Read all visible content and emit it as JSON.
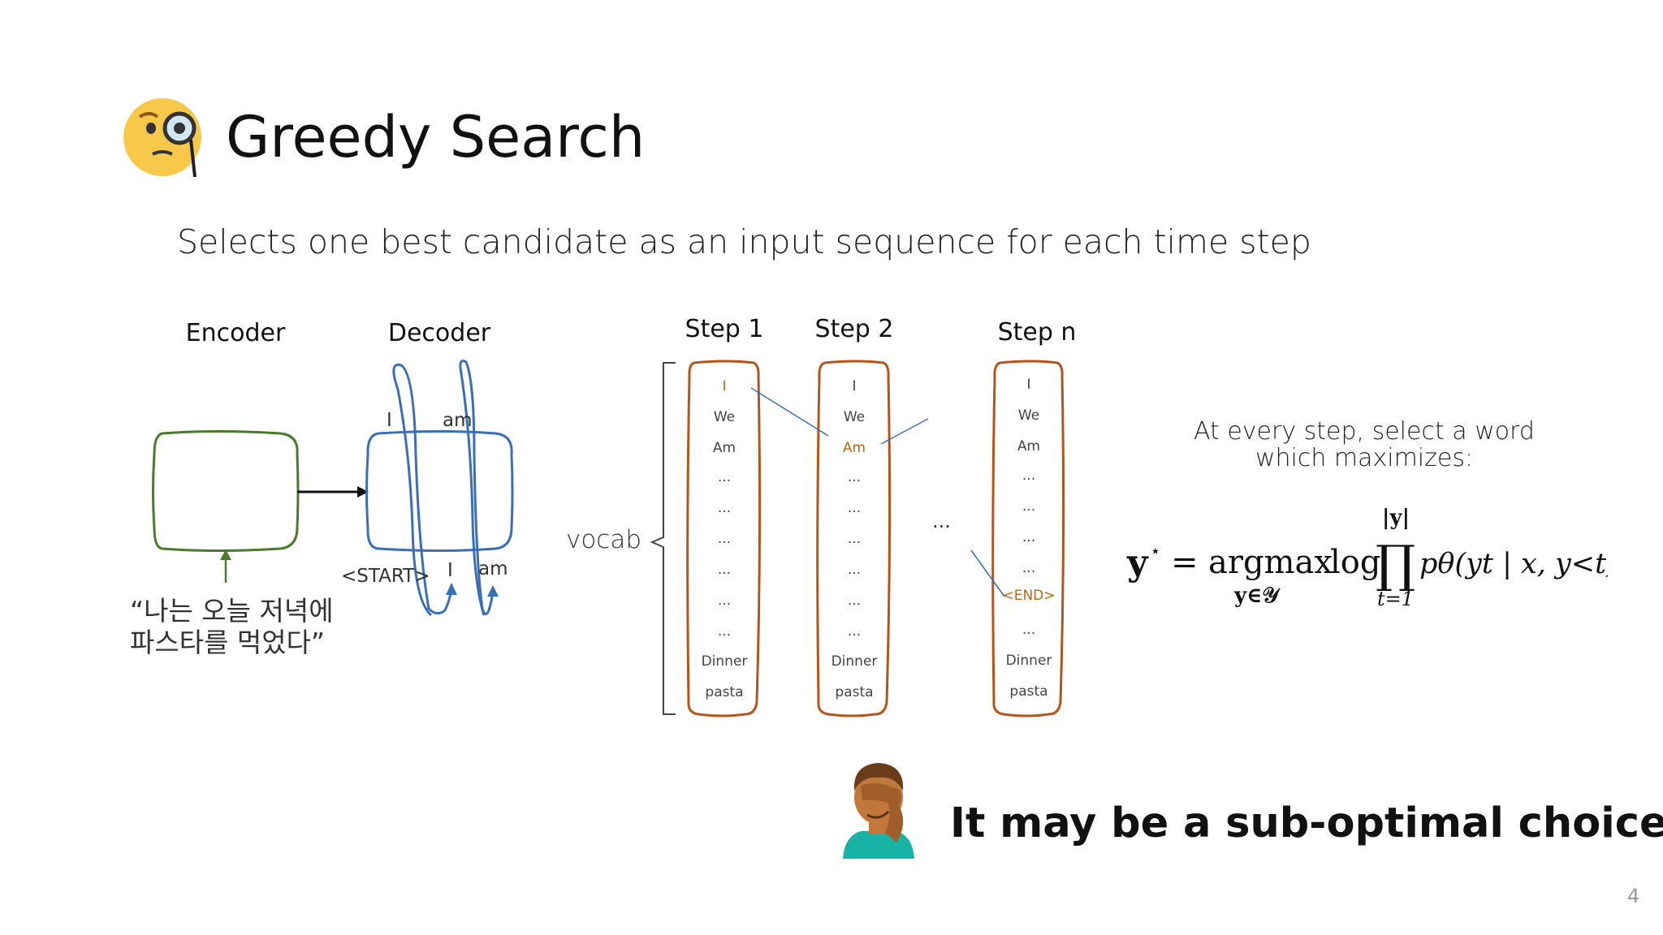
{
  "slide": {
    "title": "Greedy Search",
    "subtitle": "Selects one best candidate as an input sequence for each time step",
    "page_number": "4"
  },
  "icons": {
    "title_emoji": "face-with-monocle-icon",
    "conclusion_emoji": "person-facepalming-icon"
  },
  "diagram": {
    "encoder_label": "Encoder",
    "decoder_label": "Decoder",
    "korean_input": "“나는 오늘 저녁에\n파스타를 먹었다”",
    "decoder_outputs": [
      "I",
      "am"
    ],
    "decoder_inputs": [
      "<START>",
      "I",
      "am"
    ],
    "vocab_label": "vocab",
    "between_steps": "...",
    "colors": {
      "encoder": "#4a7a2a",
      "decoder": "#3a6fb5",
      "vocab_box": "#b2561d",
      "highlight": "#c0650f",
      "encoder_arrow": "#4a7a2a"
    },
    "steps": [
      {
        "label": "Step 1",
        "words": [
          "I",
          "We",
          "Am",
          "...",
          "...",
          "...",
          "...",
          "...",
          "...",
          "Dinner",
          "pasta"
        ],
        "highlight": 0
      },
      {
        "label": "Step 2",
        "words": [
          "I",
          "We",
          "Am",
          "...",
          "...",
          "...",
          "...",
          "...",
          "...",
          "Dinner",
          "pasta"
        ],
        "highlight": 2
      },
      {
        "label": "Step n",
        "words": [
          "I",
          "We",
          "Am",
          "...",
          "...",
          "...",
          "...",
          "<END>",
          "...",
          "Dinner",
          "pasta"
        ],
        "highlight": 7
      }
    ]
  },
  "explanation": "At every step, select a word which maximizes:",
  "formula": {
    "lhs": "y",
    "star": "⋆",
    "eq": "=",
    "argmax": "argmax",
    "log": "log",
    "prod": "∏",
    "upper": "|y|",
    "lower": "t=1",
    "under_argmax": "y∈𝒴",
    "term": "pθ(yt | x, y<t)"
  },
  "conclusion": "It may be a sub-optimal choice."
}
